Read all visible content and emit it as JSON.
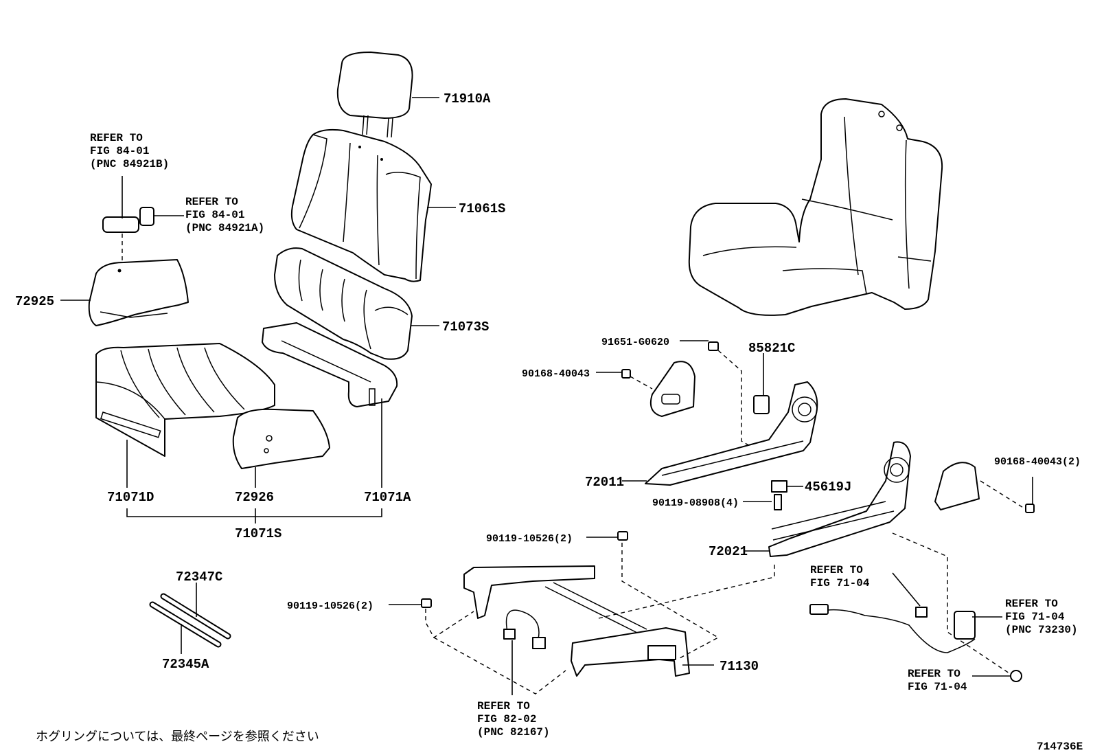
{
  "diagram_id": "714736E",
  "note": "ホグリングについては、最終ページを参照ください",
  "labels": {
    "p71910A": "71910A",
    "p71061S": "71061S",
    "p71073S": "71073S",
    "p72925": "72925",
    "p71071D": "71071D",
    "p72926": "72926",
    "p71071A": "71071A",
    "p71071S": "71071S",
    "p72347C": "72347C",
    "p72345A": "72345A",
    "p91651": "91651-G0620",
    "p85821C": "85821C",
    "p90168a": "90168-40043",
    "p72011": "72011",
    "p45619J": "45619J",
    "p90119_08908": "90119-08908(4)",
    "p90168b": "90168-40043(2)",
    "p90119_10526a": "90119-10526(2)",
    "p72021": "72021",
    "p90119_10526b": "90119-10526(2)",
    "p71130": "71130"
  },
  "refs": {
    "r84921B": [
      "REFER TO",
      "FIG 84-01",
      "(PNC 84921B)"
    ],
    "r84921A": [
      "REFER TO",
      "FIG 84-01",
      "(PNC 84921A)"
    ],
    "r7104a": [
      "REFER TO",
      "FIG 71-04"
    ],
    "r73230": [
      "REFER TO",
      "FIG 71-04",
      "(PNC 73230)"
    ],
    "r7104b": [
      "REFER TO",
      "FIG 71-04"
    ],
    "r82167": [
      "REFER TO",
      "FIG 82-02",
      "(PNC 82167)"
    ]
  }
}
